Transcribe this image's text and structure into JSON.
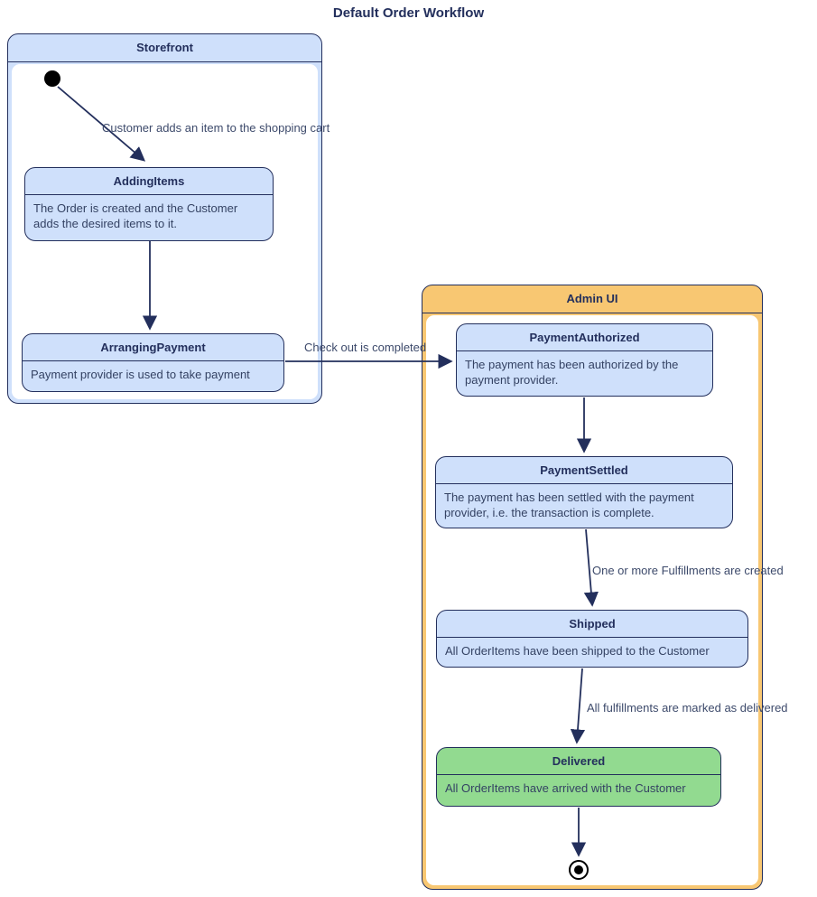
{
  "title": "Default Order Workflow",
  "containers": [
    {
      "name": "Storefront"
    },
    {
      "name": "Admin UI"
    }
  ],
  "states": {
    "adding_items": {
      "title": "AddingItems",
      "description": "The Order is created and the Customer adds the desired items to it."
    },
    "arranging_payment": {
      "title": "ArrangingPayment",
      "description": "Payment provider is used to take payment"
    },
    "payment_authorized": {
      "title": "PaymentAuthorized",
      "description": "The payment has been authorized by the payment provider."
    },
    "payment_settled": {
      "title": "PaymentSettled",
      "description": "The payment has been settled with the payment provider, i.e. the transaction is complete."
    },
    "shipped": {
      "title": "Shipped",
      "description": "All OrderItems have been shipped to the Customer"
    },
    "delivered": {
      "title": "Delivered",
      "description": "All OrderItems have arrived with the Customer"
    }
  },
  "transitions": {
    "start_to_adding": "Customer adds an item to the shopping cart",
    "arranging_to_authorized": "Check out is completed",
    "settled_to_shipped": "One or more Fulfillments are created",
    "shipped_to_delivered": "All fulfillments are marked as delivered"
  },
  "colors": {
    "line_and_border": "#232f5c",
    "state_fill": "#cfe0fb",
    "admin_header_fill": "#f8c772",
    "delivered_fill": "#92da90",
    "label_text": "#3d4a6b"
  }
}
